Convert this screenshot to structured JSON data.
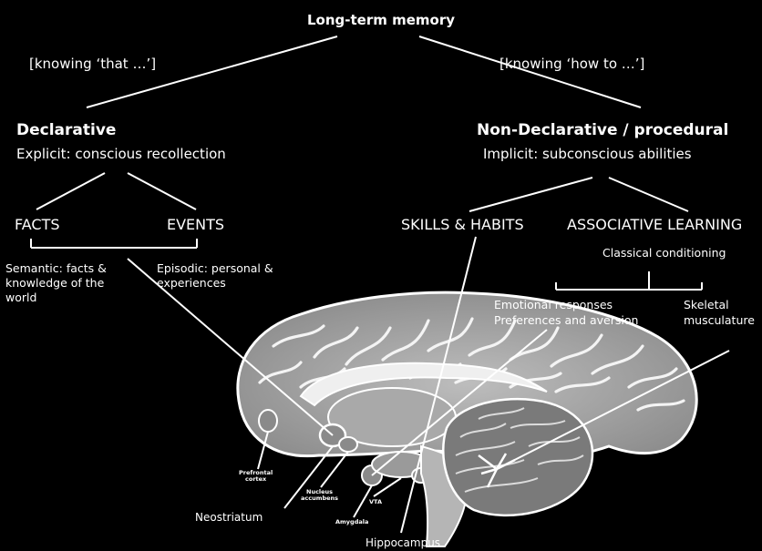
{
  "root": {
    "title": "Long-term memory"
  },
  "declarative": {
    "bracket": "[knowing ‘that …’]",
    "title": "Declarative",
    "subtitle": "Explicit: conscious recollection",
    "facts": "FACTS",
    "events": "EVENTS",
    "semantic": [
      "Semantic: facts &",
      "knowledge of the",
      "world"
    ],
    "episodic": [
      "Episodic: personal &",
      "experiences"
    ]
  },
  "nondeclarative": {
    "bracket": "[knowing ‘how to …’]",
    "title": "Non-Declarative / procedural",
    "subtitle": "Implicit: subconscious abilities",
    "skills": "SKILLS & HABITS",
    "associative": "ASSOCIATIVE LEARNING",
    "classical": "Classical conditioning",
    "emotional": [
      "Emotional responses",
      "Preferences and aversion"
    ],
    "skeletal": [
      "Skeletal",
      "musculature"
    ]
  },
  "brain": {
    "prefrontal": [
      "Prefrontal",
      "cortex"
    ],
    "nucleus": [
      "Nucleus",
      "accumbens"
    ],
    "amygdala": "Amygdala",
    "vta": "VTA",
    "neostriatum": "Neostriatum",
    "hippocampus": "Hippocampus"
  }
}
